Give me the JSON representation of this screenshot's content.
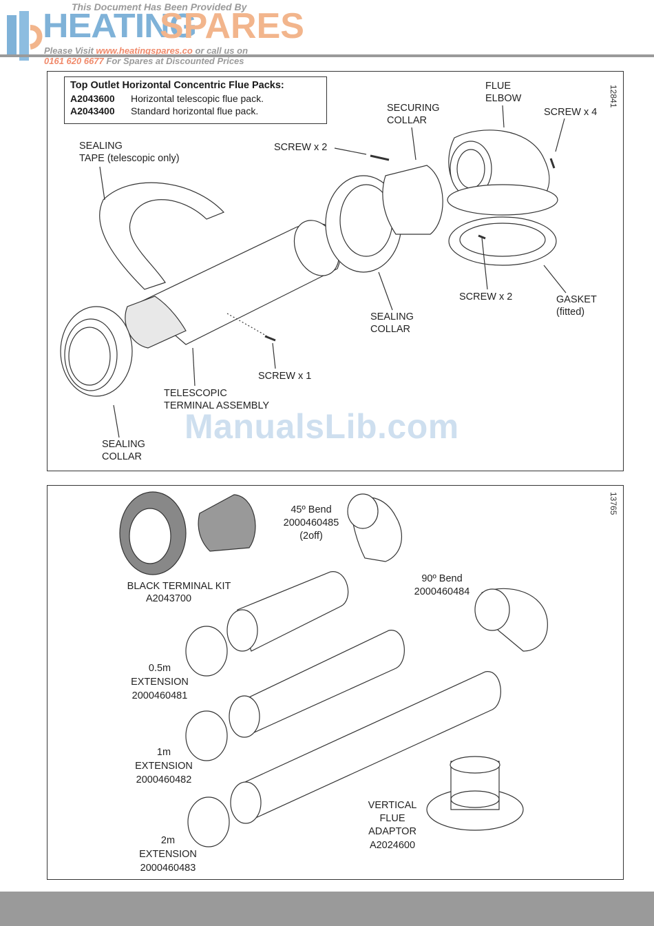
{
  "header": {
    "provided_by": "This Document Has Been Provided By",
    "brand_heating": "HEATING",
    "brand_spares": "SPARES",
    "visit_prefix": "Please Visit",
    "visit_url": "www.heatingspares.co",
    "visit_suffix": "or call us on",
    "phone": "0161 620 6677",
    "phone_suffix": "For Spares at Discounted Prices"
  },
  "watermark": "ManualsLib.com",
  "panel1": {
    "figure_number": "12841",
    "infobox": {
      "title": "Top Outlet Horizontal Concentric Flue Packs:",
      "rows": [
        {
          "code": "A2043600",
          "desc": "Horizontal telescopic flue pack."
        },
        {
          "code": "A2043400",
          "desc": "Standard horizontal flue pack."
        }
      ]
    },
    "labels": {
      "flue_elbow_1": "FLUE",
      "flue_elbow_2": "ELBOW",
      "securing_collar_1": "SECURING",
      "securing_collar_2": "COLLAR",
      "screw_x4": "SCREW x 4",
      "screw_x2_top": "SCREW x 2",
      "sealing_tape_1": "SEALING",
      "sealing_tape_2": "TAPE (telescopic only)",
      "screw_x2_bottom": "SCREW x 2",
      "gasket_1": "GASKET",
      "gasket_2": "(fitted)",
      "sealing_collar_mid_1": "SEALING",
      "sealing_collar_mid_2": "COLLAR",
      "screw_x1": "SCREW x 1",
      "telescopic_1": "TELESCOPIC",
      "telescopic_2": "TERMINAL ASSEMBLY",
      "sealing_collar_left_1": "SEALING",
      "sealing_collar_left_2": "COLLAR"
    }
  },
  "panel2": {
    "figure_number": "13765",
    "labels": {
      "bend45_1": "45º Bend",
      "bend45_2": "2000460485",
      "bend45_3": "(2off)",
      "black_kit_1": "BLACK TERMINAL KIT",
      "black_kit_2": "A2043700",
      "bend90_1": "90º Bend",
      "bend90_2": "2000460484",
      "ext05_1": "0.5m",
      "ext05_2": "EXTENSION",
      "ext05_3": "2000460481",
      "ext1_1": "1m",
      "ext1_2": "EXTENSION",
      "ext1_3": "2000460482",
      "vertical_1": "VERTICAL",
      "vertical_2": "FLUE",
      "vertical_3": "ADAPTOR",
      "vertical_4": "A2024600",
      "ext2_1": "2m",
      "ext2_2": "EXTENSION",
      "ext2_3": "2000460483"
    }
  }
}
